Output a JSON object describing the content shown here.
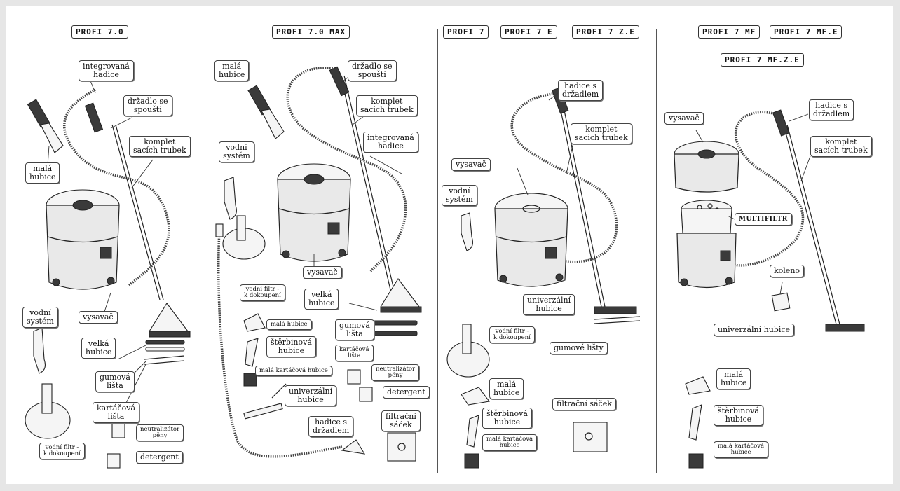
{
  "models": {
    "profi70": "PROFI 7.0",
    "profi70max": "PROFI 7.0 MAX",
    "profi7": "PROFI 7",
    "profi7e": "PROFI 7 E",
    "profi7ze": "PROFI 7 Z.E",
    "profi7mf": "PROFI 7 MF",
    "profi7mfe": "PROFI 7 MF.E",
    "profi7mfze": "PROFI 7 MF.Z.E"
  },
  "col1": {
    "integrated_hose": "integrovaná\nhadice",
    "handle_trigger": "držadlo se\nspouští",
    "tube_set": "komplet\nsacích trubek",
    "small_nozzle": "malá\nhubice",
    "water_system": "vodní\nsystém",
    "vacuum": "vysavač",
    "large_nozzle": "velká\nhubice",
    "rubber_strip": "gumová\nlišta",
    "brush_strip": "kartáčová\nlišta",
    "foam_neutralizer": "neutralizátor\npěny",
    "water_filter": "vodní filtr -\nk dokoupení",
    "detergent": "detergent"
  },
  "col2": {
    "small_nozzle": "malá\nhubice",
    "handle_trigger": "držadlo se\nspouští",
    "tube_set": "komplet\nsacích trubek",
    "integrated_hose": "integrovaná\nhadice",
    "water_system": "vodní\nsystém",
    "vacuum": "vysavač",
    "water_filter": "vodní filtr -\nk dokoupení",
    "large_nozzle": "velká\nhubice",
    "small_nozzle2": "malá hubice",
    "rubber_strip": "gumová\nlišta",
    "crevice_nozzle": "štěrbinová\nhubice",
    "brush_strip": "kartáčová\nlišta",
    "small_brush_nozzle": "malá kartáčová hubice",
    "foam_neutralizer": "neutralizátor\npěny",
    "detergent": "detergent",
    "universal_nozzle": "univerzální\nhubice",
    "hose_with_handle": "hadice s\ndržadlem",
    "filter_bag": "filtrační\nsáček"
  },
  "col3": {
    "hose_with_handle": "hadice s\ndržadlem",
    "tube_set": "komplet\nsacích trubek",
    "vacuum": "vysavač",
    "water_system": "vodní\nsystém",
    "universal_nozzle": "univerzální\nhubice",
    "water_filter": "vodní filtr -\nk dokoupení",
    "rubber_strips": "gumové lišty",
    "small_nozzle": "malá\nhubice",
    "filter_bag": "filtrační sáček",
    "crevice_nozzle": "štěrbinová\nhubice",
    "small_brush_nozzle": "malá kartáčová\nhubice"
  },
  "col4": {
    "vacuum": "vysavač",
    "hose_with_handle": "hadice s\ndržadlem",
    "tube_set": "komplet\nsacích trubek",
    "multifilter": "MULTIFILTR",
    "elbow": "koleno",
    "universal_nozzle": "univerzální hubice",
    "small_nozzle": "malá\nhubice",
    "crevice_nozzle": "štěrbinová\nhubice",
    "small_brush_nozzle": "malá kartáčová\nhubice"
  }
}
